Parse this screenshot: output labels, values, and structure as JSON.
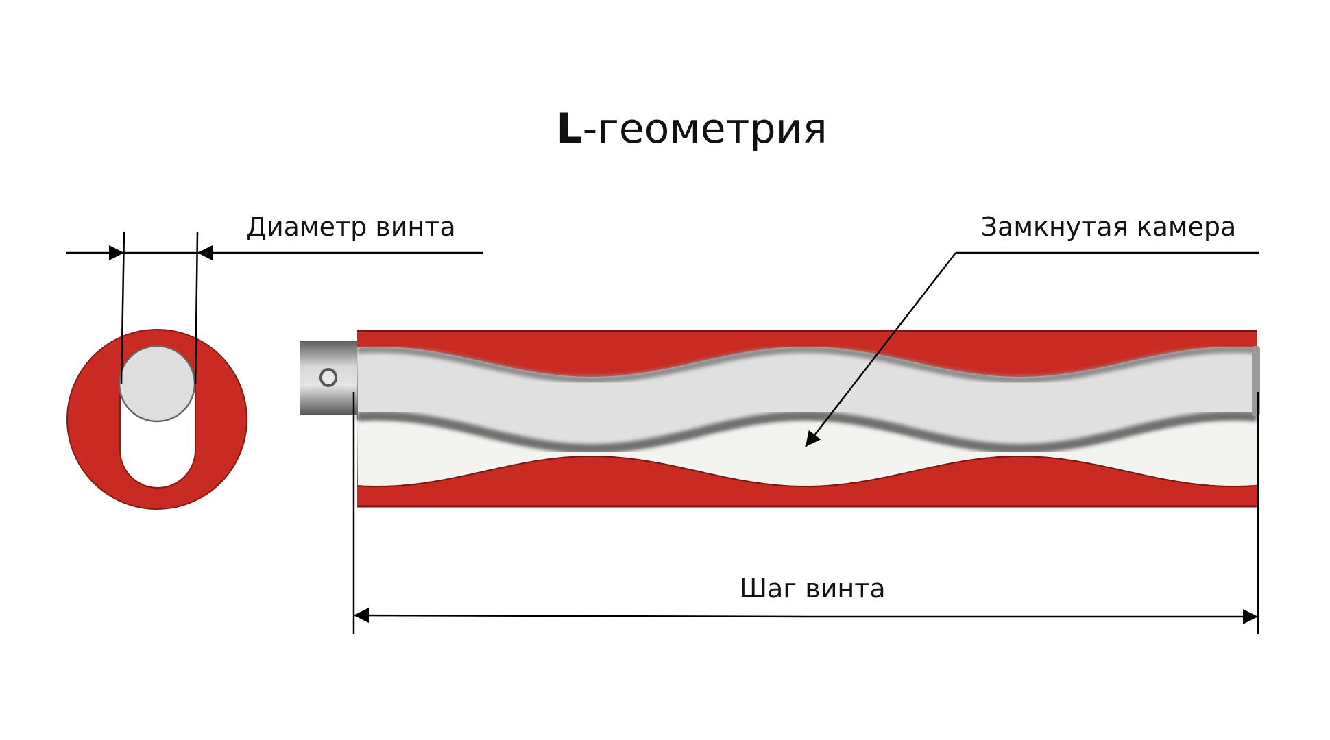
{
  "title": {
    "bold_part": "L",
    "rest": "-геометрия"
  },
  "labels": {
    "screw_diameter": "Диаметр винта",
    "closed_chamber": "Замкнутая камера",
    "screw_pitch": "Шаг винта"
  },
  "colors": {
    "stator_red": "#c92a22",
    "rotor_light": "#e2e2e2",
    "rotor_shade": "#7c7c7c",
    "chamber": "#f3f3ef",
    "line": "#000000"
  }
}
